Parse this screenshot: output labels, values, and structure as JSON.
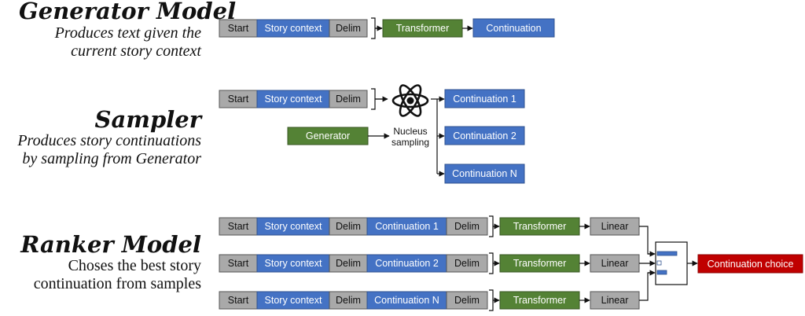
{
  "generator": {
    "title": "Generator Model",
    "desc_line1": "Produces text given the",
    "desc_line2": "current story context",
    "tokens": [
      "Start",
      "Story context",
      "Delim"
    ],
    "transformer": "Transformer",
    "output": "Continuation"
  },
  "sampler": {
    "title": "Sampler",
    "desc_line1": "Produces story continuations",
    "desc_line2": "by sampling from Generator",
    "tokens": [
      "Start",
      "Story context",
      "Delim"
    ],
    "generator_box": "Generator",
    "method_line1": "Nucleus",
    "method_line2": "sampling",
    "outputs": [
      "Continuation 1",
      "Continuation 2",
      "Continuation N"
    ]
  },
  "ranker": {
    "title": "Ranker Model",
    "desc_line1": "Choses the best story",
    "desc_line2": "continuation from samples",
    "rows": [
      {
        "tokens": [
          "Start",
          "Story context",
          "Delim",
          "Continuation 1",
          "Delim"
        ],
        "transformer": "Transformer",
        "linear": "Linear"
      },
      {
        "tokens": [
          "Start",
          "Story context",
          "Delim",
          "Continuation 2",
          "Delim"
        ],
        "transformer": "Transformer",
        "linear": "Linear"
      },
      {
        "tokens": [
          "Start",
          "Story context",
          "Delim",
          "Continuation N",
          "Delim"
        ],
        "transformer": "Transformer",
        "linear": "Linear"
      }
    ],
    "output": "Continuation choice"
  },
  "colors": {
    "gray": "#a9a9a9",
    "blue": "#4472c4",
    "green": "#548235",
    "red": "#c00000"
  }
}
